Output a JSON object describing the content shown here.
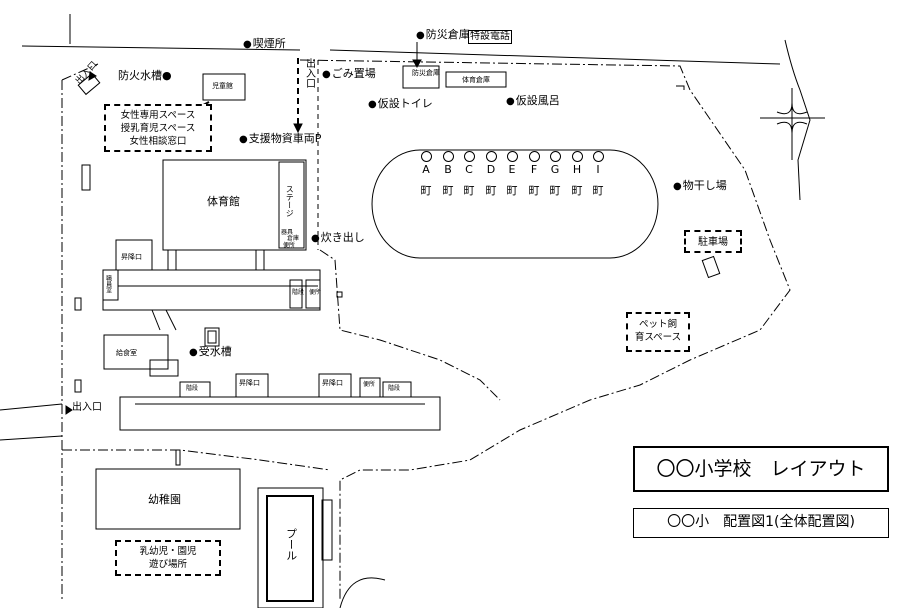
{
  "title": "〇〇小学校　レイアウト",
  "subtitle": "〇〇小　配置図1(全体配置図)",
  "labels": {
    "smoking": "喫煙所",
    "disaster_storage": "防災倉庫",
    "special_phone": "特設電話",
    "entrance_top": "出入口",
    "entrance_left": "出入口",
    "entrance_diag": "出入口",
    "fire_tank": "防火水槽",
    "garbage": "ごみ置場",
    "temp_toilet": "仮設トイレ",
    "temp_bath": "仮設風呂",
    "supply_vehicle": "支援物資車両P",
    "laundry": "物干し場",
    "cooking": "炊き出し",
    "water_tank": "受水槽",
    "parking": "駐車場"
  },
  "buildings": {
    "childrens_hall": "児童館",
    "gym": "体育館",
    "stage": "ステージ",
    "gym_small_1": "器具",
    "gym_small_2": "倉庫",
    "gym_toilet": "便所",
    "bousai_souko": "防災倉庫",
    "taiiku_souko": "体育倉庫",
    "school_lunch": "給食室",
    "kindergarten": "幼稚園",
    "pool": "プール",
    "shoe_entrance_1": "昇降口",
    "shoe_entrance_2": "昇降口",
    "shoe_entrance_3": "昇降口",
    "stairs_1": "階段",
    "toilet_1": "便所",
    "stairs_2": "階段",
    "stairs_3": "階段",
    "toilet_2": "便所",
    "staff_room": "職員室"
  },
  "dashed_boxes": {
    "women_space": [
      "女性専用スペース",
      "授乳育児スペース",
      "女性相談窓口"
    ],
    "pet_space": [
      "ペット飼",
      "育スペース"
    ],
    "infant_space": [
      "乳幼児・園児",
      "遊び場所"
    ]
  },
  "towns": {
    "letters": [
      "A",
      "B",
      "C",
      "D",
      "E",
      "F",
      "G",
      "H",
      "I"
    ],
    "suffix": "町"
  },
  "icons": [
    "dot-marker-icon",
    "arrow-icon",
    "compass-icon"
  ]
}
